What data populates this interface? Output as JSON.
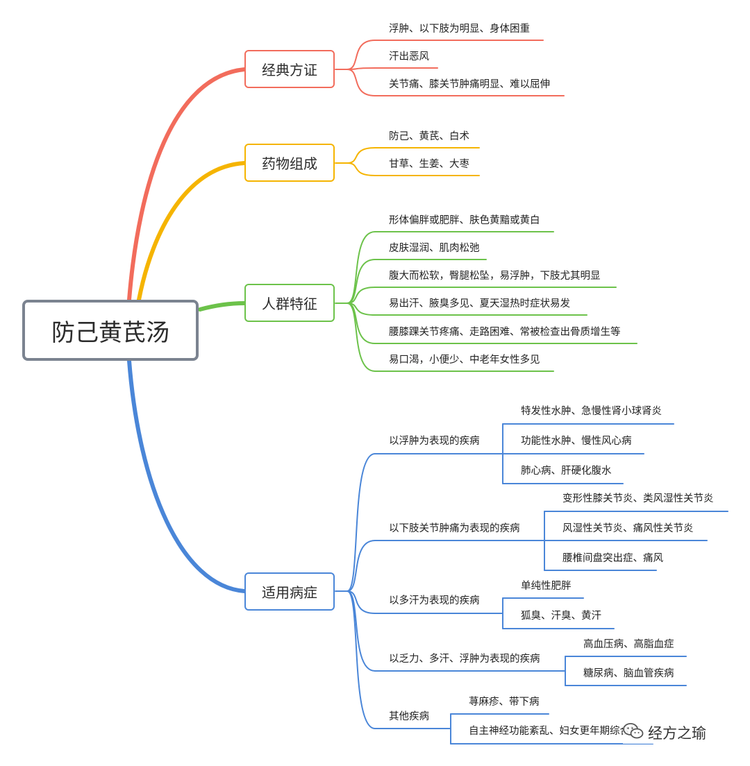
{
  "root": {
    "label": "防己黄芪汤"
  },
  "colors": {
    "red": "#f26c5c",
    "yellow": "#f5b400",
    "green": "#6cc24a",
    "blue": "#4a86d8",
    "root_border": "#7b8390"
  },
  "branches": [
    {
      "label": "经典方证",
      "color": "red",
      "items": [
        "浮肿、以下肢为明显、身体困重",
        "汗出恶风",
        "关节痛、膝关节肿痛明显、难以屈伸"
      ]
    },
    {
      "label": "药物组成",
      "color": "yellow",
      "items": [
        "防己、黄芪、白术",
        "甘草、生姜、大枣"
      ]
    },
    {
      "label": "人群特征",
      "color": "green",
      "items": [
        "形体偏胖或肥胖、肤色黄黯或黄白",
        "皮肤湿润、肌肉松弛",
        "腹大而松软，臀腿松坠，易浮肿，下肢尤其明显",
        "易出汗、腋臭多见、夏天湿热时症状易发",
        "腰膝踝关节疼痛、走路困难、常被检查出骨质增生等",
        "易口渴，小便少、中老年女性多见"
      ]
    },
    {
      "label": "适用病症",
      "color": "blue",
      "groups": [
        {
          "label": "以浮肿为表现的疾病",
          "items": [
            "特发性水肿、急慢性肾小球肾炎",
            "功能性水肿、慢性风心病",
            "肺心病、肝硬化腹水"
          ]
        },
        {
          "label": "以下肢关节肿痛为表现的疾病",
          "items": [
            "变形性膝关节炎、类风湿性关节炎",
            "风湿性关节炎、痛风性关节炎",
            "腰椎间盘突出症、痛风"
          ]
        },
        {
          "label": "以多汗为表现的疾病",
          "items": [
            "单纯性肥胖",
            "狐臭、汗臭、黄汗"
          ]
        },
        {
          "label": "以乏力、多汗、浮肿为表现的疾病",
          "items": [
            "高血压病、高脂血症",
            "糖尿病、脑血管疾病"
          ]
        },
        {
          "label": "其他疾病",
          "items": [
            "荨麻疹、带下病",
            "自主神经功能紊乱、妇女更年期综合征"
          ]
        }
      ]
    }
  ],
  "watermark": {
    "text": "经方之瑜",
    "icon": "wechat-icon"
  }
}
